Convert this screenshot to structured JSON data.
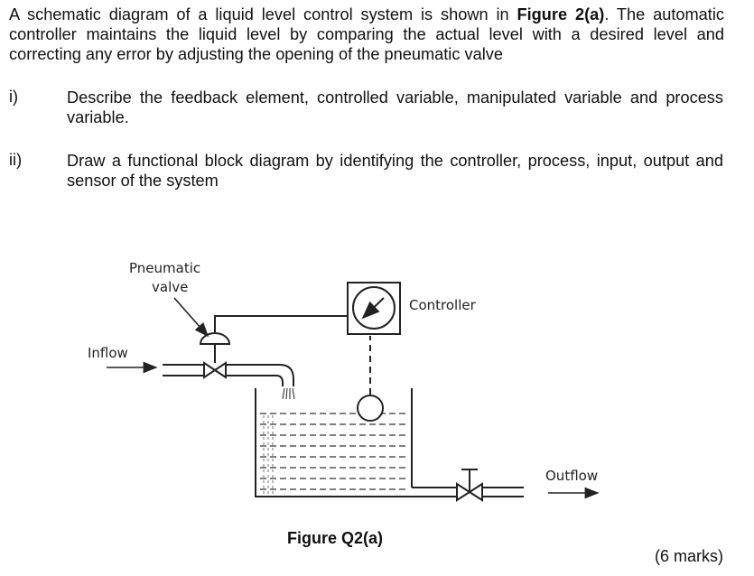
{
  "intro": {
    "text_before": "A schematic diagram of a liquid level control system is shown in ",
    "figure_ref": "Figure 2(a)",
    "text_after": ". The automatic controller maintains the liquid level by comparing the actual level with a desired level and correcting any error by adjusting the opening of the pneumatic valve"
  },
  "questions": [
    {
      "number": "i)",
      "text": "Describe the feedback element, controlled variable, manipulated variable and process variable."
    },
    {
      "number": "ii)",
      "text": "Draw a functional block diagram by identifying the controller, process, input, output and sensor of the system"
    }
  ],
  "figure": {
    "labels": {
      "pneumatic_valve": "Pneumatic valve",
      "pneumatic_line1": "Pneumatic",
      "pneumatic_line2": "valve",
      "controller": "Controller",
      "inflow": "Inflow",
      "outflow": "Outflow"
    },
    "caption": "Figure Q2(a)"
  },
  "marks": "(6 marks)"
}
